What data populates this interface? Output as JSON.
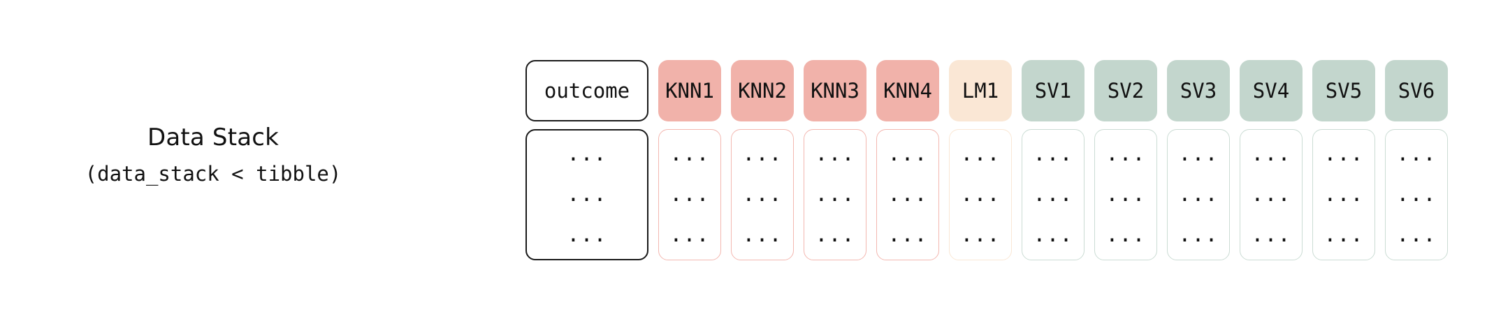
{
  "caption": {
    "title": "Data Stack",
    "subtitle": "(data_stack < tibble)"
  },
  "cell_placeholder": "...",
  "rows_per_column": 3,
  "palette": {
    "outcome_border": "#1a1a1a",
    "outcome_fill": "#ffffff",
    "knn_fill": "#f1b2aa",
    "knn_border": "#f3b7b0",
    "lm_fill": "#fae7d5",
    "lm_border": "#fae7d5",
    "sv_fill": "#c3d6cd",
    "sv_border": "#cbdcd4",
    "text": "#111111",
    "background": "#ffffff"
  },
  "columns": [
    {
      "label": "outcome",
      "kind": "outcome"
    },
    {
      "label": "KNN1",
      "kind": "knn"
    },
    {
      "label": "KNN2",
      "kind": "knn"
    },
    {
      "label": "KNN3",
      "kind": "knn"
    },
    {
      "label": "KNN4",
      "kind": "knn"
    },
    {
      "label": "LM1",
      "kind": "lm"
    },
    {
      "label": "SV1",
      "kind": "sv"
    },
    {
      "label": "SV2",
      "kind": "sv"
    },
    {
      "label": "SV3",
      "kind": "sv"
    },
    {
      "label": "SV4",
      "kind": "sv"
    },
    {
      "label": "SV5",
      "kind": "sv"
    },
    {
      "label": "SV6",
      "kind": "sv"
    }
  ]
}
